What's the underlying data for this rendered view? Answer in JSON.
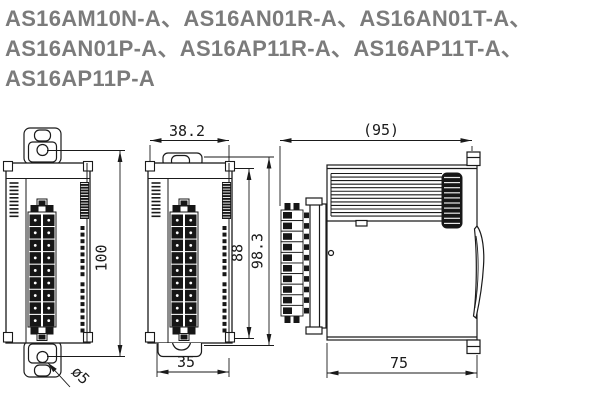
{
  "title": {
    "line1": "AS16AM10N-A、AS16AN01R-A、AS16AN01T-A、",
    "line2": "AS16AN01P-A、AS16AP11R-A、AS16AP11T-A、",
    "line3": "AS16AP11P-A"
  },
  "drawing": {
    "front_left": {
      "dim_height": "100",
      "dim_hole": "ø5"
    },
    "front_middle": {
      "dim_width_total": "38.2",
      "dim_height_mount": "88",
      "dim_height_total": "98.3",
      "dim_width_body": "35"
    },
    "side": {
      "dim_depth_total": "(95)",
      "dim_depth_body": "75"
    }
  },
  "colors": {
    "line": "#1a1a1a",
    "title_text": "#7b7b7b",
    "background": "#ffffff"
  }
}
